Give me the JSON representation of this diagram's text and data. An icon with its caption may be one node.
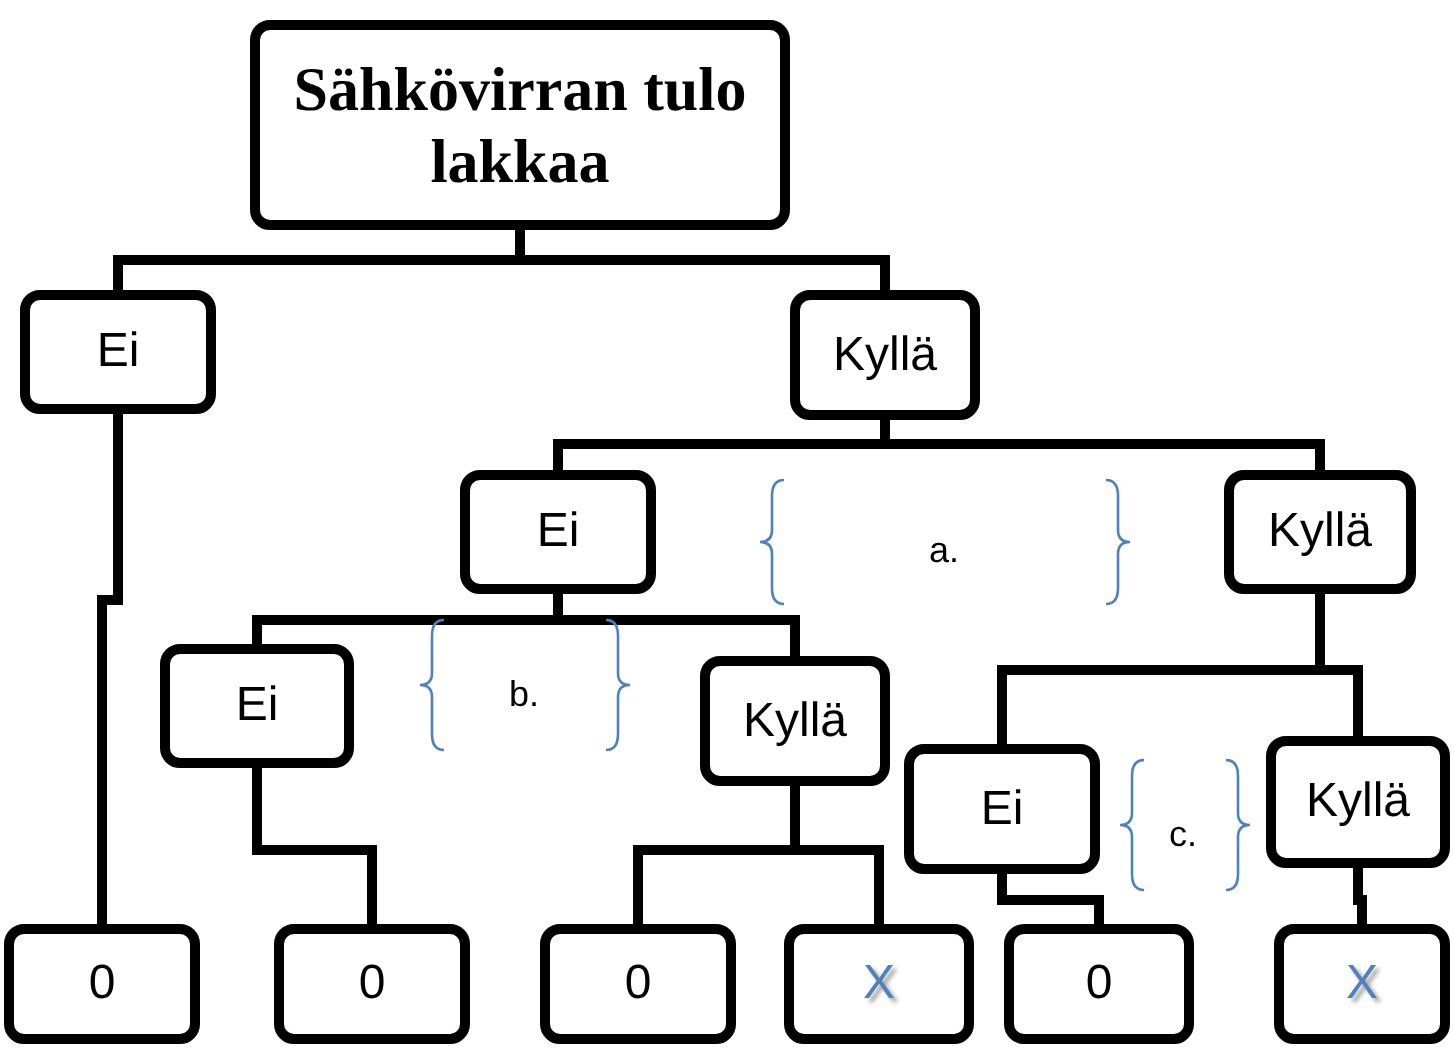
{
  "diagram": {
    "nodes": [
      {
        "text": [
          "Sähkövirran tulo lakkaa"
        ]
      },
      {
        "text": [
          "Ei"
        ]
      },
      {
        "text": [
          "Kyllä"
        ]
      },
      {
        "text": [
          "Ei"
        ]
      },
      {
        "text": [
          "Kyllä"
        ]
      },
      {
        "text": [
          "Ei"
        ]
      },
      {
        "text": [
          "Kyllä"
        ]
      },
      {
        "text": [
          "Ei"
        ]
      },
      {
        "text": [
          "Kyllä"
        ]
      },
      {
        "text": [
          "0"
        ]
      },
      {
        "text": [
          "0"
        ]
      },
      {
        "text": [
          "0"
        ]
      },
      {
        "text": [
          "X"
        ]
      },
      {
        "text": [
          "0"
        ]
      },
      {
        "text": [
          "X"
        ]
      }
    ],
    "edges": [
      {
        "from": 0,
        "to": 1,
        "arrow": "none"
      },
      {
        "from": 0,
        "to": 2,
        "arrow": "none"
      },
      {
        "from": 2,
        "to": 3,
        "arrow": "none"
      },
      {
        "from": 2,
        "to": 4,
        "arrow": "none"
      },
      {
        "from": 3,
        "to": 5,
        "arrow": "none"
      },
      {
        "from": 3,
        "to": 6,
        "arrow": "none"
      },
      {
        "from": 4,
        "to": 7,
        "arrow": "none"
      },
      {
        "from": 4,
        "to": 8,
        "arrow": "none"
      },
      {
        "from": 1,
        "to": 9,
        "arrow": "none"
      },
      {
        "from": 5,
        "to": 10,
        "arrow": "none"
      },
      {
        "from": 6,
        "to": 11,
        "arrow": "none"
      },
      {
        "from": 6,
        "to": 12,
        "arrow": "none"
      },
      {
        "from": 7,
        "to": 13,
        "arrow": "none"
      },
      {
        "from": 8,
        "to": 14,
        "arrow": "none"
      }
    ],
    "labels": [
      "a.",
      "b.",
      "c."
    ]
  }
}
